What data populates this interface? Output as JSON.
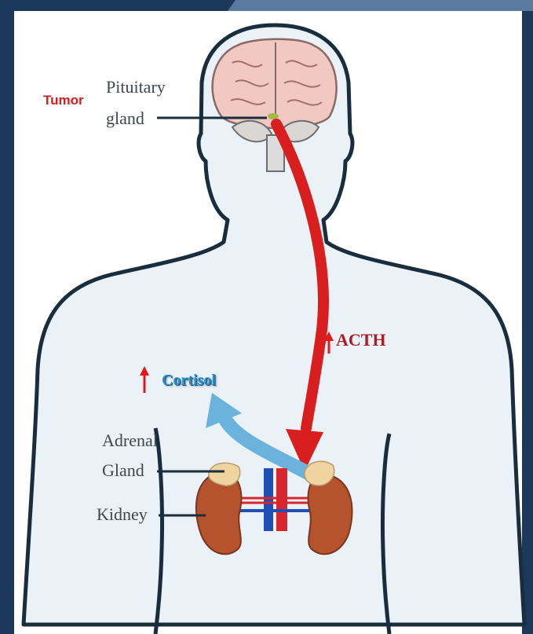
{
  "labels": {
    "tumor": "Tumor",
    "pituitary_line1": "Pituitary",
    "pituitary_line2": "gland",
    "acth": "ACTH",
    "cortisol": "Cortisol",
    "adrenal_line1": "Adrenal",
    "adrenal_line2": "Gland",
    "kidney": "Kidney"
  },
  "colors": {
    "frame": "#1b3a5b",
    "body_fill": "#eaf2f8",
    "body_outline": "#1a2d3d",
    "brain": "#f2c9c2",
    "acth_arrow": "#d81e1e",
    "cortisol_arrow": "#6bb2dc",
    "kidney": "#b5532e",
    "adrenal": "#efd4a0",
    "up_arrow": "#e3191c",
    "artery": "#d8262c",
    "vein": "#1f4fb5"
  }
}
